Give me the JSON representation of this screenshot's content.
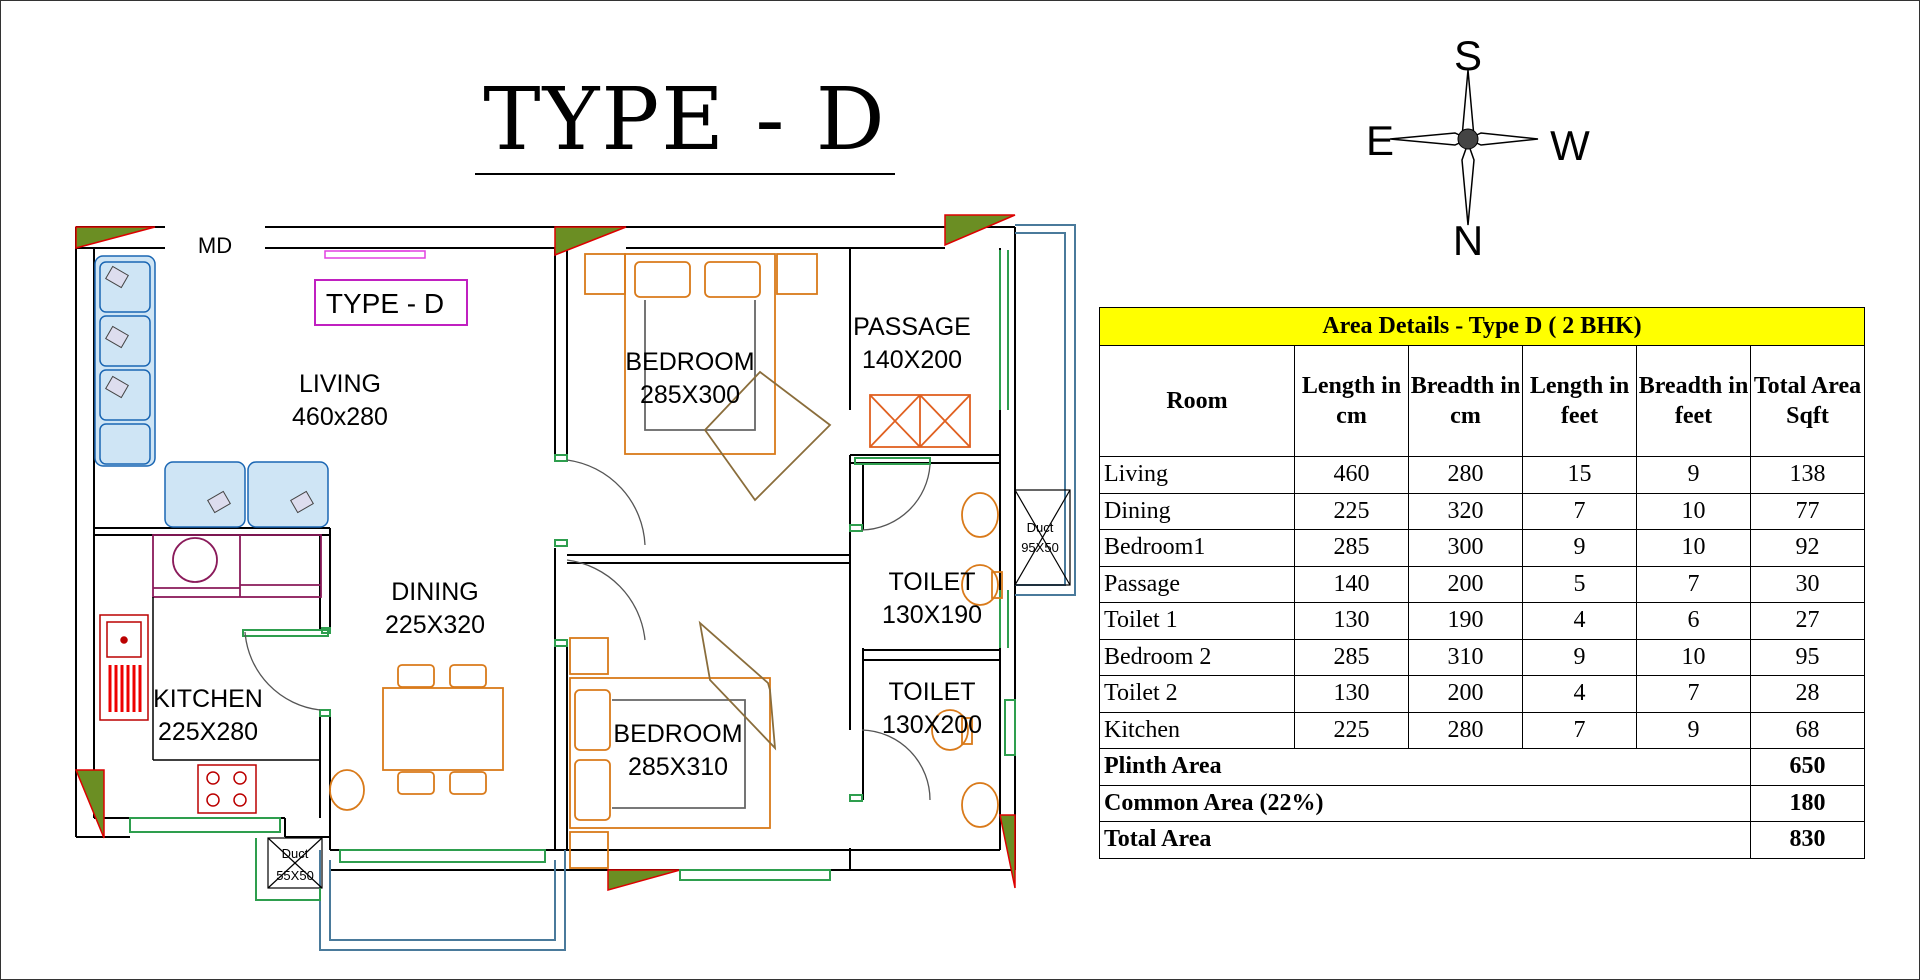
{
  "title": "TYPE - D",
  "compass": {
    "top": "S",
    "left": "E",
    "right": "W",
    "bottom": "N"
  },
  "plan": {
    "type_tag": "TYPE - D",
    "main_door": "MD",
    "rooms": {
      "living": {
        "name": "LIVING",
        "size": "460x280"
      },
      "bedroom1": {
        "name": "BEDROOM",
        "size": "285X300"
      },
      "passage": {
        "name": "PASSAGE",
        "size": "140X200"
      },
      "dining": {
        "name": "DINING",
        "size": "225X320"
      },
      "toilet1": {
        "name": "TOILET",
        "size": "130X190"
      },
      "kitchen": {
        "name": "KITCHEN",
        "size": "225X280"
      },
      "bedroom2": {
        "name": "BEDROOM",
        "size": "285X310"
      },
      "toilet2": {
        "name": "TOILET",
        "size": "130X200"
      }
    },
    "ducts": [
      {
        "name": "Duct",
        "size": "95X50"
      },
      {
        "name": "Duct",
        "size": "55X50"
      }
    ]
  },
  "table": {
    "caption": "Area Details - Type D ( 2 BHK)",
    "headers": [
      "Room",
      "Length in cm",
      "Breadth in cm",
      "Length in feet",
      "Breadth in feet",
      "Total Area Sqft"
    ],
    "rows": [
      [
        "Living",
        "460",
        "280",
        "15",
        "9",
        "138"
      ],
      [
        "Dining",
        "225",
        "320",
        "7",
        "10",
        "77"
      ],
      [
        "Bedroom1",
        "285",
        "300",
        "9",
        "10",
        "92"
      ],
      [
        "Passage",
        "140",
        "200",
        "5",
        "7",
        "30"
      ],
      [
        "Toilet 1",
        "130",
        "190",
        "4",
        "6",
        "27"
      ],
      [
        "Bedroom 2",
        "285",
        "310",
        "9",
        "10",
        "95"
      ],
      [
        "Toilet 2",
        "130",
        "200",
        "4",
        "7",
        "28"
      ],
      [
        "Kitchen",
        "225",
        "280",
        "7",
        "9",
        "68"
      ]
    ],
    "summary": [
      {
        "label": "Plinth Area",
        "value": "650"
      },
      {
        "label": "Common Area (22%)",
        "value": "180"
      },
      {
        "label": "Total Area",
        "value": "830"
      }
    ]
  }
}
